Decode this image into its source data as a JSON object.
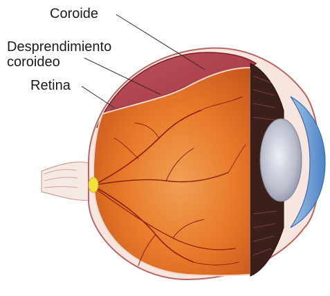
{
  "labels": {
    "coroide": "Coroide",
    "desprendimiento_line1": "Desprendimiento",
    "desprendimiento_line2": "coroideo",
    "retina": "Retina"
  },
  "colors": {
    "sclera": "#f7e6e0",
    "choroid_detachment": "#b4454e",
    "retina_fundus": "#e97a2a",
    "optic_disc": "#f2e23a",
    "vessels": "#8c1f14",
    "iris": "#4a2a24",
    "lens": "#c9ccd9",
    "cornea": "#6d9fd6"
  },
  "icons": {
    "eye": "eyeball-cross-section-icon",
    "optic_nerve": "optic-nerve-icon"
  }
}
